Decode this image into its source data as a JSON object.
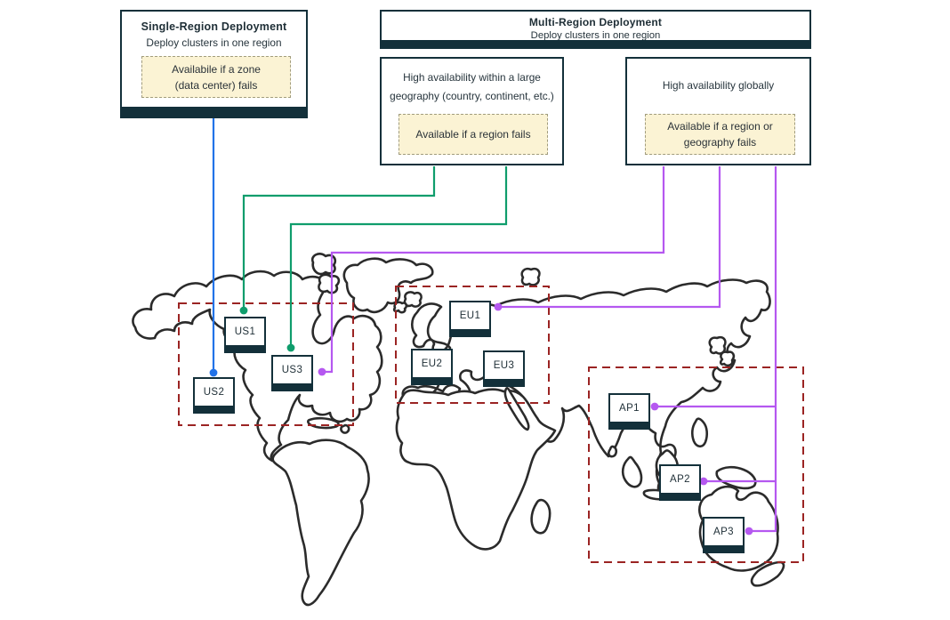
{
  "diagram": {
    "single_region": {
      "title": "Single-Region Deployment",
      "subtitle": "Deploy clusters in one region",
      "note_lines": [
        "Availabile if a zone",
        "(data center) fails"
      ]
    },
    "multi_region": {
      "title": "Multi-Region Deployment",
      "subtitle": "Deploy clusters in one region",
      "options": [
        {
          "description_lines": [
            "High availability within a large",
            "geography (country, continent, etc.)"
          ],
          "note_lines": [
            "Available if a region fails"
          ]
        },
        {
          "description_lines": [
            "High availability globally"
          ],
          "note_lines": [
            "Available if a region or",
            "geography fails"
          ]
        }
      ]
    },
    "regions": [
      {
        "id": "us",
        "markers": [
          "US1",
          "US2",
          "US3"
        ]
      },
      {
        "id": "eu",
        "markers": [
          "EU1",
          "EU2",
          "EU3"
        ]
      },
      {
        "id": "ap",
        "markers": [
          "AP1",
          "AP2",
          "AP3"
        ]
      }
    ],
    "colors": {
      "single_region_line": "#2273e8",
      "large_geography_line": "#0f9d6c",
      "global_line": "#b558f0",
      "region_boundary": "#9b2423",
      "box_dark": "#13303a",
      "note_bg": "#fbf3d4",
      "map_outline": "#2b2b2b"
    }
  }
}
